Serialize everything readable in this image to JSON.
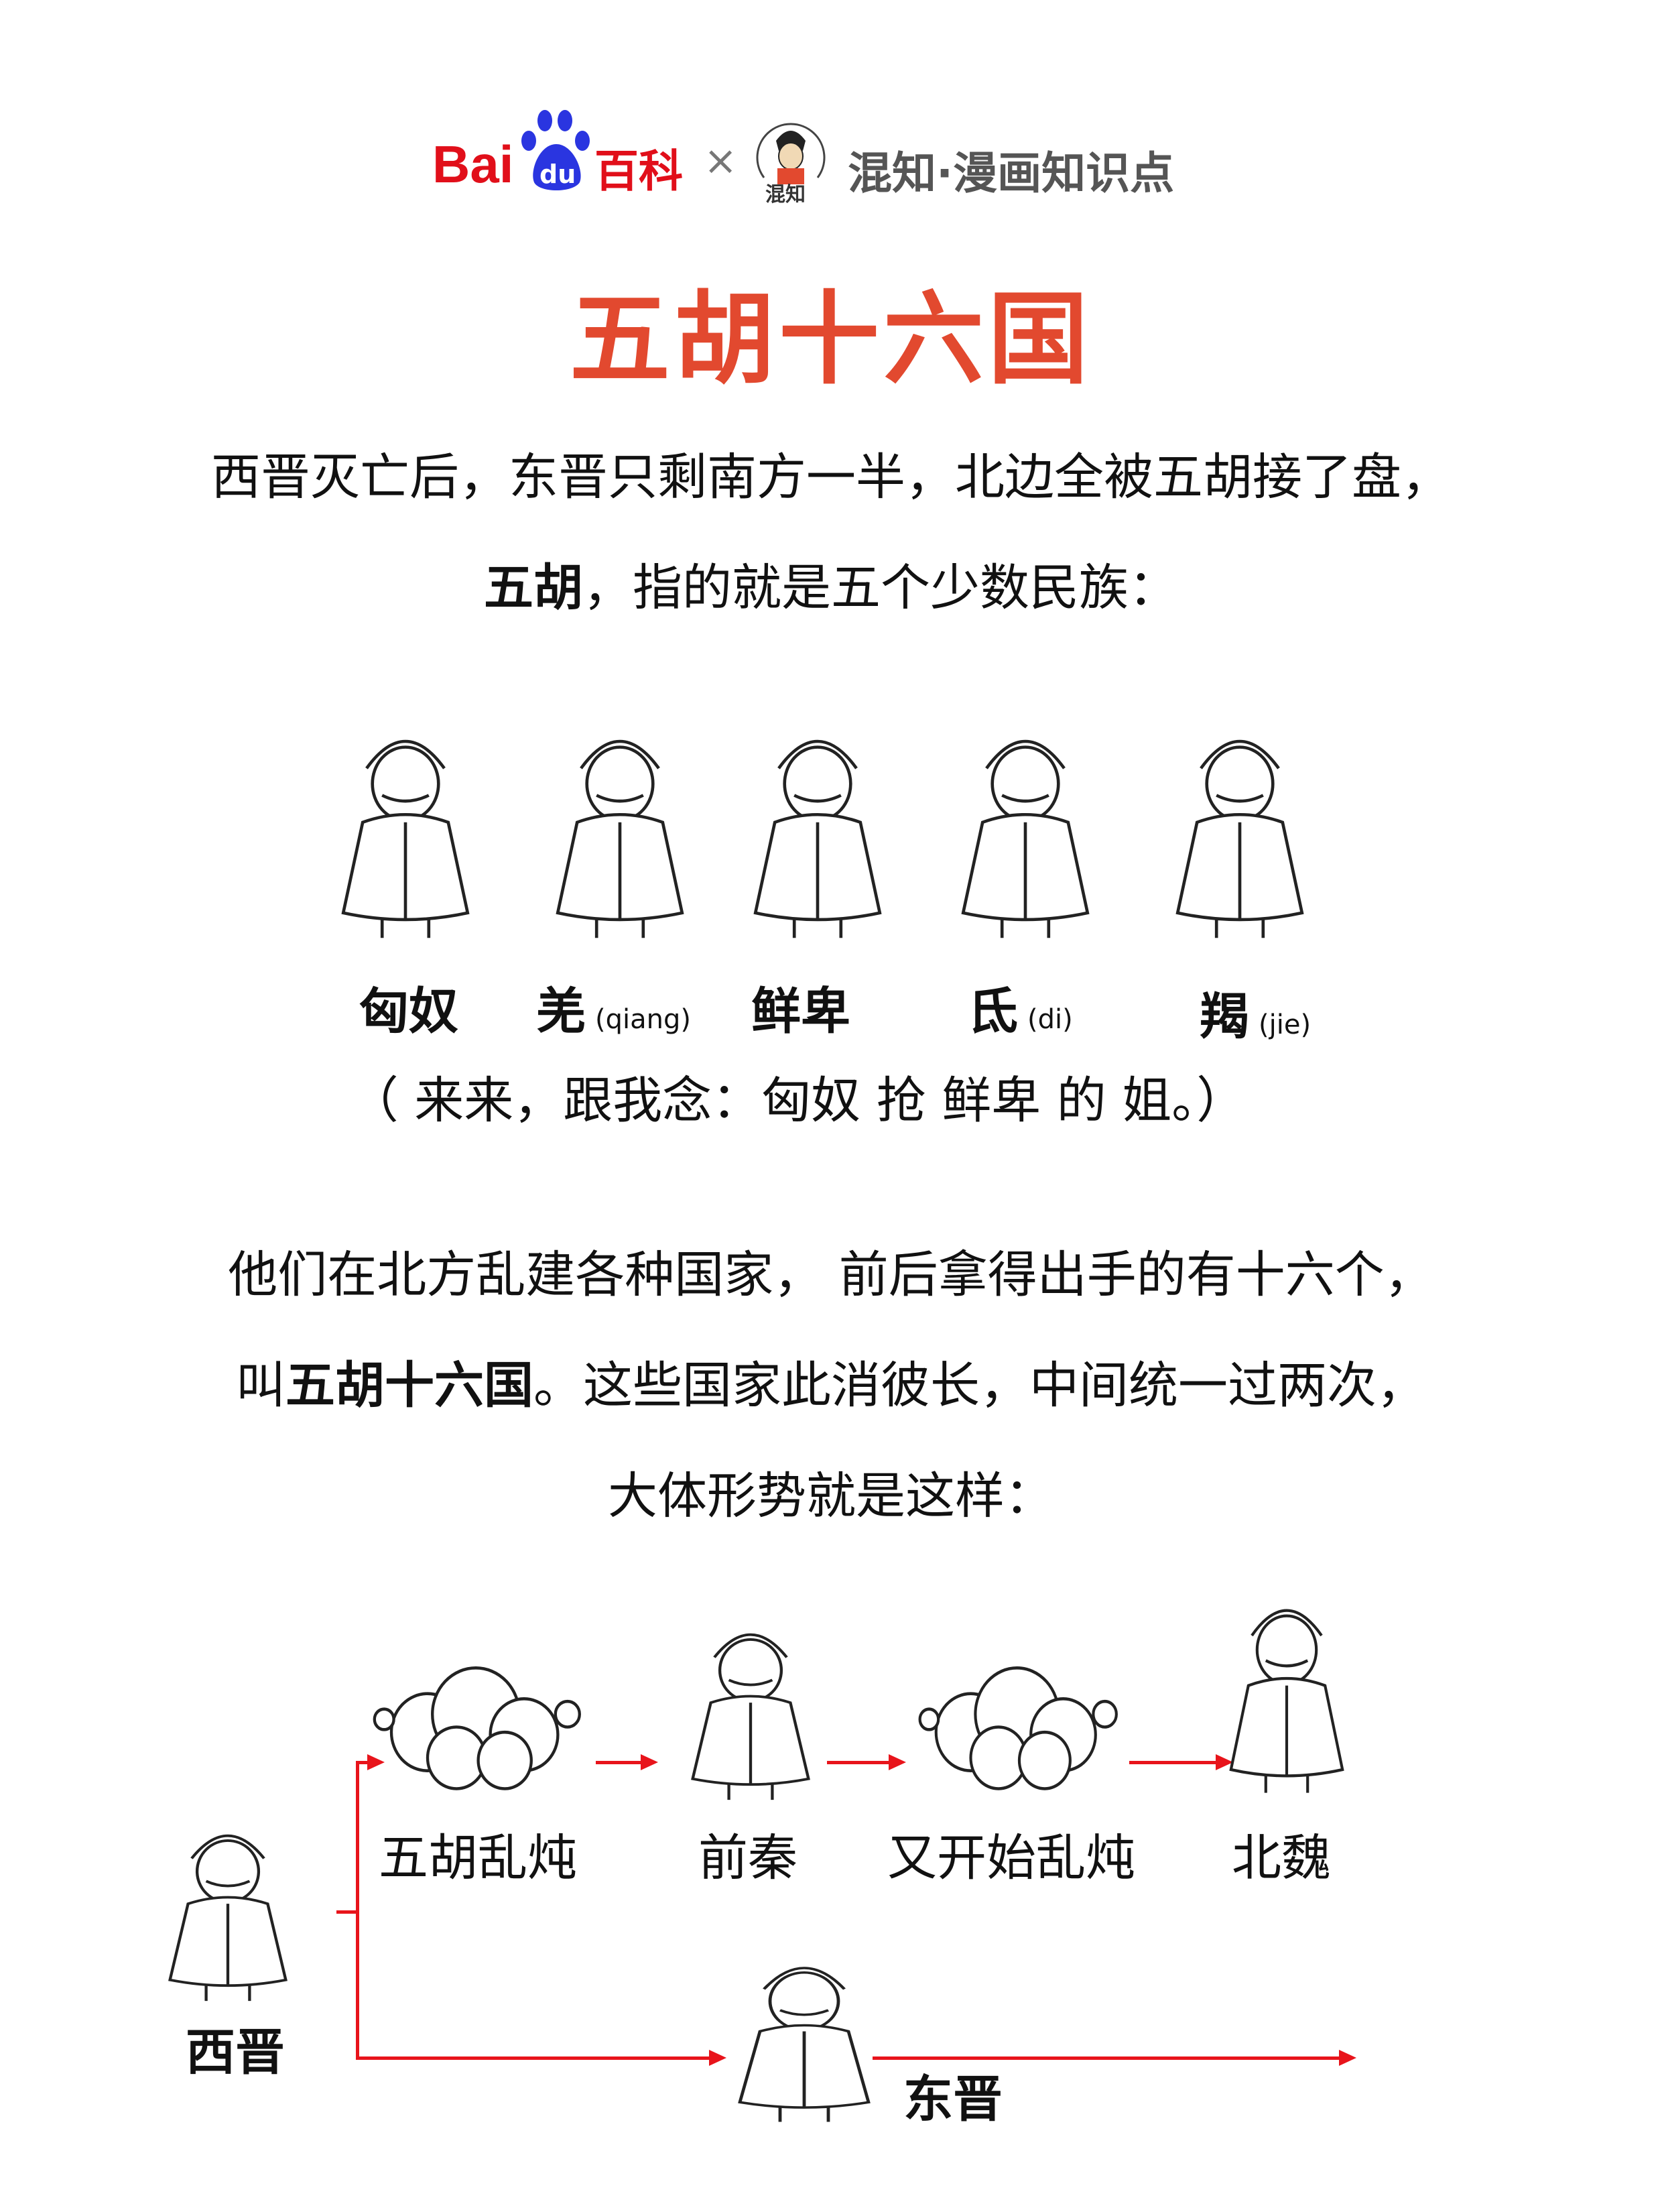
{
  "header": {
    "baidu_text": "Bai",
    "baidu_du": "du",
    "baidu_baike": "百科",
    "cross": "×",
    "partner_avatar_text": "混知",
    "partner_title": "混知·漫画知识点",
    "colors": {
      "baidu_red": "#e10f1a",
      "baidu_blue": "#2a35e0",
      "partner_gray": "#555555"
    }
  },
  "title": "五胡十六国",
  "title_color": "#e2492f",
  "intro": {
    "line1": "西晋灭亡后，东晋只剩南方一半，北边全被五胡接了盘，",
    "line2_bold": "五胡",
    "line2_rest": "，指的就是五个少数民族："
  },
  "tribes": [
    {
      "name": "匈奴",
      "pinyin": ""
    },
    {
      "name": "羌",
      "pinyin": "(qiang)"
    },
    {
      "name": "鲜卑",
      "pinyin": ""
    },
    {
      "name": "氐",
      "pinyin": "(di)"
    },
    {
      "name": "羯",
      "pinyin": "(jie)"
    }
  ],
  "mnemonic": "（ 来来，跟我念：匈奴 抢 鲜卑 的 姐。）",
  "para2": {
    "line1": "他们在北方乱建各种国家， 前后拿得出手的有十六个，",
    "line2_pre": "叫",
    "line2_bold": "五胡十六国",
    "line2_rest": "。这些国家此消彼长，中间统一过两次，",
    "line3": "大体形势就是这样："
  },
  "timeline": {
    "start": "西晋",
    "north": [
      "五胡乱炖",
      "前秦",
      "又开始乱炖",
      "北魏"
    ],
    "south": "东晋",
    "arrow_color": "#e8141b"
  }
}
